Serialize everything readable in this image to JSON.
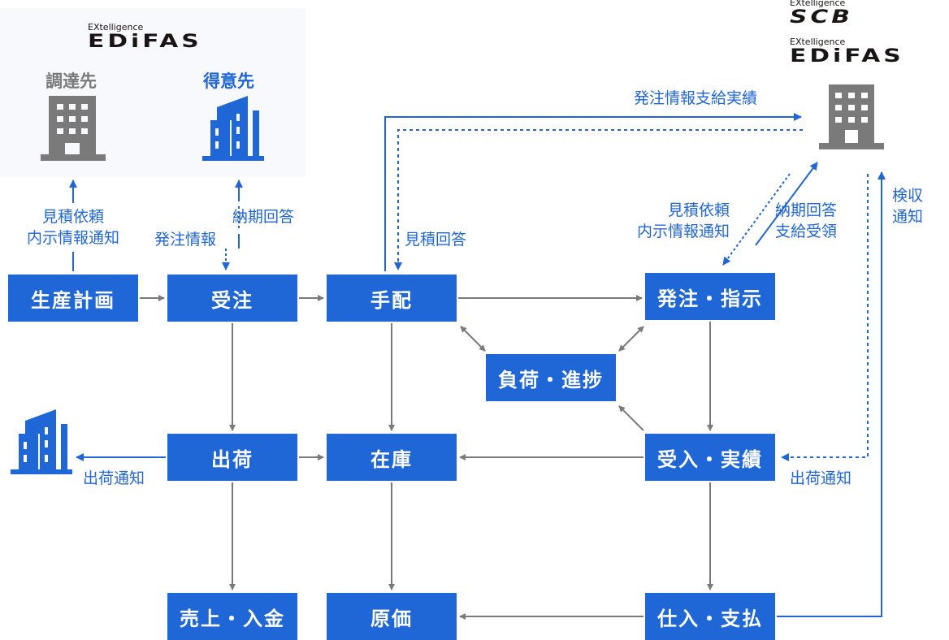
{
  "logos": {
    "edifas_left": {
      "prefix": "EXtelligence",
      "name": "EDiFAS"
    },
    "scb_right": {
      "prefix": "EXtelligence",
      "name": "SCB"
    },
    "edifas_right": {
      "prefix": "EXtelligence",
      "name": "EDiFAS"
    }
  },
  "parties": {
    "supplier": {
      "label": "調達先",
      "icon": "office-building-icon",
      "color": "#7a7a7a"
    },
    "customer": {
      "label": "得意先",
      "icon": "city-buildings-icon",
      "color": "#1f66d6"
    }
  },
  "process_boxes": {
    "production_plan": "生産計画",
    "order_received": "受注",
    "arrangement": "手配",
    "order_instruction": "発注・指示",
    "load_progress": "負荷・進捗",
    "shipping": "出荷",
    "inventory": "在庫",
    "receipt_results": "受入・実績",
    "sales_payment_received": "売上・入金",
    "cost": "原価",
    "purchase_payment": "仕入・支払"
  },
  "flow_labels": {
    "estimate_request_left": [
      "見積依頼",
      "内示情報通知"
    ],
    "order_info": "発注情報",
    "delivery_answer_left": "納期回答",
    "estimate_answer": "見積回答",
    "order_info_supply_results": "発注情報支給実績",
    "estimate_request_right": [
      "見積依頼",
      "内示情報通知"
    ],
    "delivery_answer_supply_receipt": [
      "納期回答",
      "支給受領"
    ],
    "inspection_notice": [
      "検収",
      "通知"
    ],
    "shipping_notice_left": "出荷通知",
    "shipping_notice_right": "出荷通知"
  },
  "colors": {
    "box_blue": "#1f66d6",
    "flow_gray": "#7a7a7a",
    "panel_bg": "#f7f9fc"
  }
}
